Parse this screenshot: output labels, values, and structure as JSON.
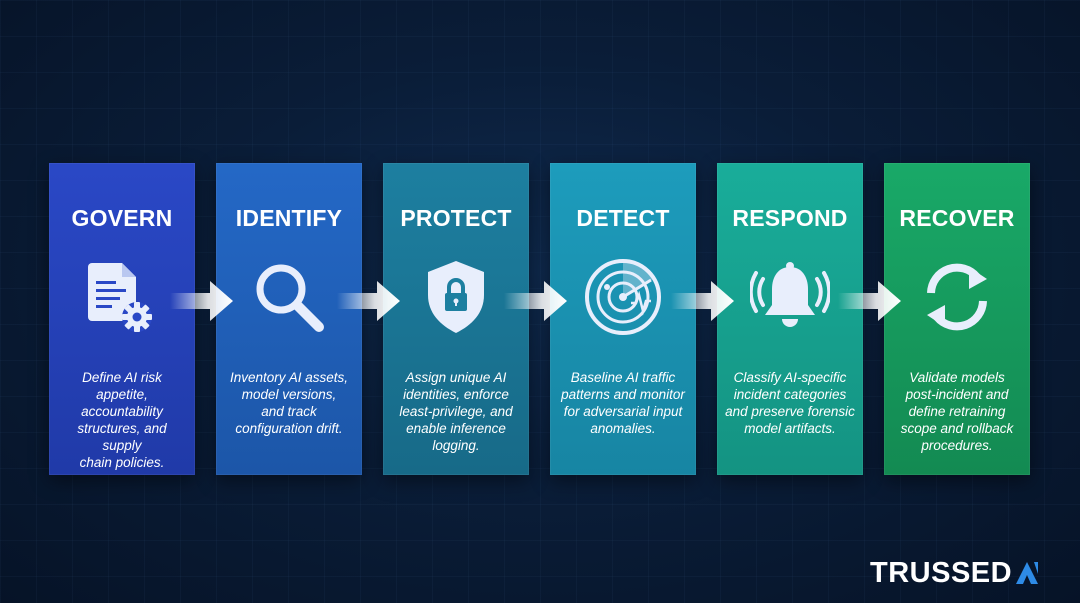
{
  "steps": [
    {
      "title": "GOVERN",
      "icon": "document-gear-icon",
      "desc": [
        "Define AI risk",
        "appetite,",
        "accountability",
        "structures, and supply",
        "chain policies."
      ],
      "color_top": "#2a48c6",
      "color_bottom": "#203aa8"
    },
    {
      "title": "IDENTIFY",
      "icon": "magnifier-icon",
      "desc": [
        "Inventory AI assets,",
        "model versions,",
        "and track",
        "configuration drift."
      ],
      "color_top": "#2468c6",
      "color_bottom": "#1c56a8"
    },
    {
      "title": "PROTECT",
      "icon": "shield-lock-icon",
      "desc": [
        "Assign unique AI",
        "identities, enforce",
        "least-privilege, and",
        "enable inference",
        "logging."
      ],
      "color_top": "#1d7fa0",
      "color_bottom": "#176a88"
    },
    {
      "title": "DETECT",
      "icon": "radar-icon",
      "desc": [
        "Baseline AI traffic",
        "patterns and monitor",
        "for adversarial input",
        "anomalies."
      ],
      "color_top": "#1d9cbc",
      "color_bottom": "#1785a3"
    },
    {
      "title": "RESPOND",
      "icon": "alarm-bell-icon",
      "desc": [
        "Classify AI-specific",
        "incident categories",
        "and preserve forensic",
        "model artifacts."
      ],
      "color_top": "#19ad9a",
      "color_bottom": "#149382"
    },
    {
      "title": "RECOVER",
      "icon": "refresh-cycle-icon",
      "desc": [
        "Validate models",
        "post-incident and",
        "define retraining",
        "scope and rollback",
        "procedures."
      ],
      "color_top": "#19a968",
      "color_bottom": "#138a52"
    }
  ],
  "logo": {
    "text": "TRUSSED",
    "mark": "A",
    "mark_color": "#2e8be6"
  }
}
